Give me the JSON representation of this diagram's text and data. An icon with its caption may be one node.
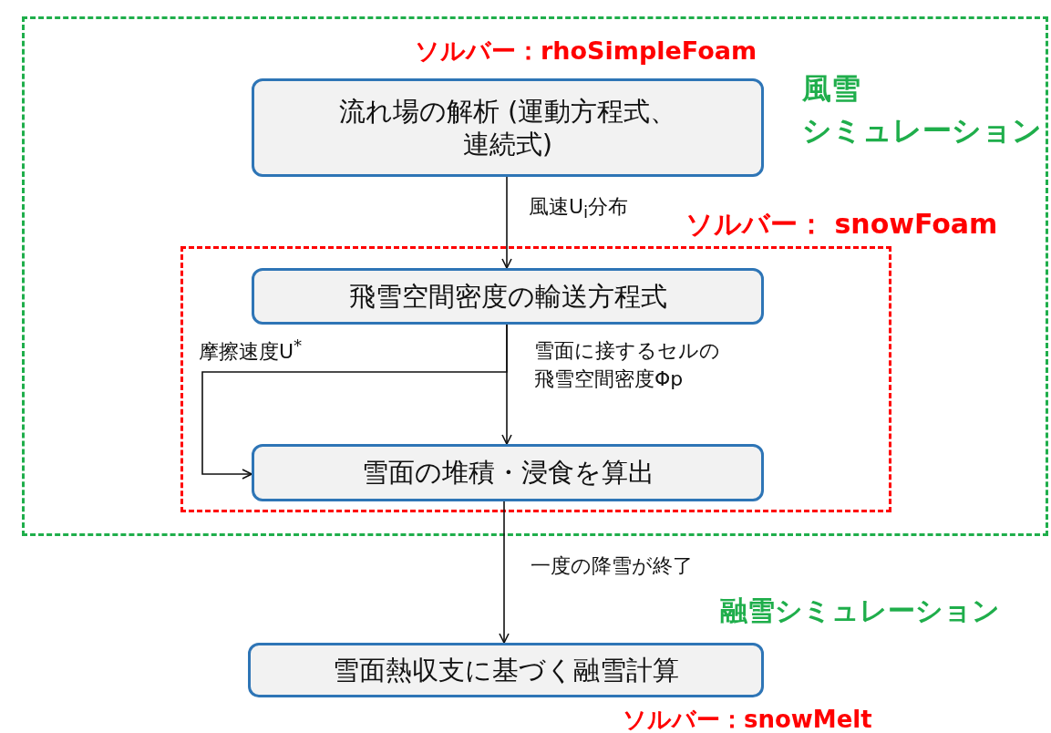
{
  "diagram": {
    "nodes": [
      {
        "text": [
          "風雪",
          "シミュレーション"
        ]
      },
      {
        "text": [
          "流れ場の解析 (運動方程式、連続式)"
        ],
        "in": 0,
        "beside": [
          "ソルバー：rhoSimpleFoam"
        ]
      },
      {
        "text": [
          "ソルバー： snowFoam"
        ],
        "in": 0
      },
      {
        "text": [
          "飛雪空間密度の輸送方程式"
        ],
        "in": 2
      },
      {
        "text": [
          "雪面の堆積・浸食を算出"
        ],
        "in": 2
      },
      {
        "text": [
          "雪面熱収支に基づく融雪計算"
        ],
        "beside": [
          "ソルバー：snowMelt"
        ]
      }
    ],
    "edges": [
      {
        "from": 1,
        "to": 3,
        "arrow": "to",
        "label": "風速U$_{i}$分布"
      },
      {
        "from": 3,
        "to": 4,
        "arrow": "to",
        "label": "雪面に接するセルの飛雪空間密度Φp"
      },
      {
        "from": 3,
        "to": 4,
        "arrow": "to",
        "label": "摩擦速度U$^{*}$"
      },
      {
        "from": 4,
        "to": 5,
        "arrow": "to",
        "label": "一度の降雪が終了"
      }
    ],
    "labels": [
      "融雪シミュレーション"
    ]
  }
}
